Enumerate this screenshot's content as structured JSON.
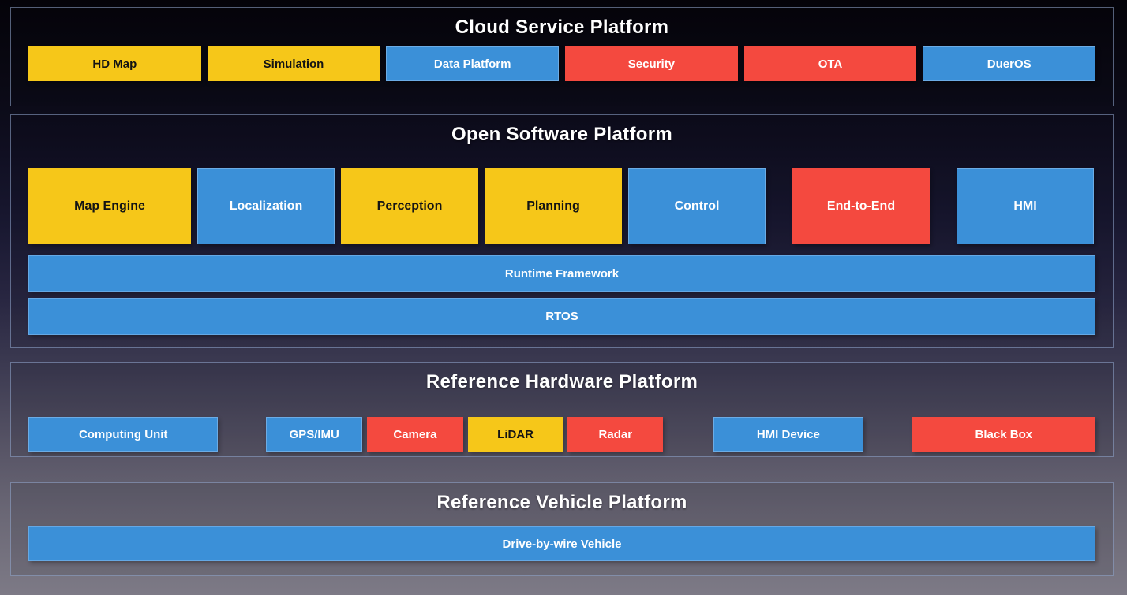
{
  "colors": {
    "yellow": "#F6C719",
    "blue": "#3B90D8",
    "red": "#F4493F"
  },
  "sections": [
    {
      "title": "Cloud Service Platform",
      "boxes": [
        {
          "label": "HD Map",
          "color": "yellow"
        },
        {
          "label": "Simulation",
          "color": "yellow"
        },
        {
          "label": "Data Platform",
          "color": "blue"
        },
        {
          "label": "Security",
          "color": "red"
        },
        {
          "label": "OTA",
          "color": "red"
        },
        {
          "label": "DuerOS",
          "color": "blue"
        }
      ]
    },
    {
      "title": "Open Software Platform",
      "boxes": [
        {
          "label": "Map Engine",
          "color": "yellow"
        },
        {
          "label": "Localization",
          "color": "blue"
        },
        {
          "label": "Perception",
          "color": "yellow"
        },
        {
          "label": "Planning",
          "color": "yellow"
        },
        {
          "label": "Control",
          "color": "blue"
        },
        {
          "label": "End-to-End",
          "color": "red"
        },
        {
          "label": "HMI",
          "color": "blue"
        }
      ],
      "bars": [
        {
          "label": "Runtime Framework",
          "color": "blue"
        },
        {
          "label": "RTOS",
          "color": "blue"
        }
      ]
    },
    {
      "title": "Reference Hardware Platform",
      "boxes": [
        {
          "label": "Computing Unit",
          "color": "blue"
        },
        {
          "label": "GPS/IMU",
          "color": "blue"
        },
        {
          "label": "Camera",
          "color": "red"
        },
        {
          "label": "LiDAR",
          "color": "yellow"
        },
        {
          "label": "Radar",
          "color": "red"
        },
        {
          "label": "HMI Device",
          "color": "blue"
        },
        {
          "label": "Black Box",
          "color": "red"
        }
      ]
    },
    {
      "title": "Reference Vehicle Platform",
      "bars": [
        {
          "label": "Drive-by-wire Vehicle",
          "color": "blue"
        }
      ]
    }
  ]
}
